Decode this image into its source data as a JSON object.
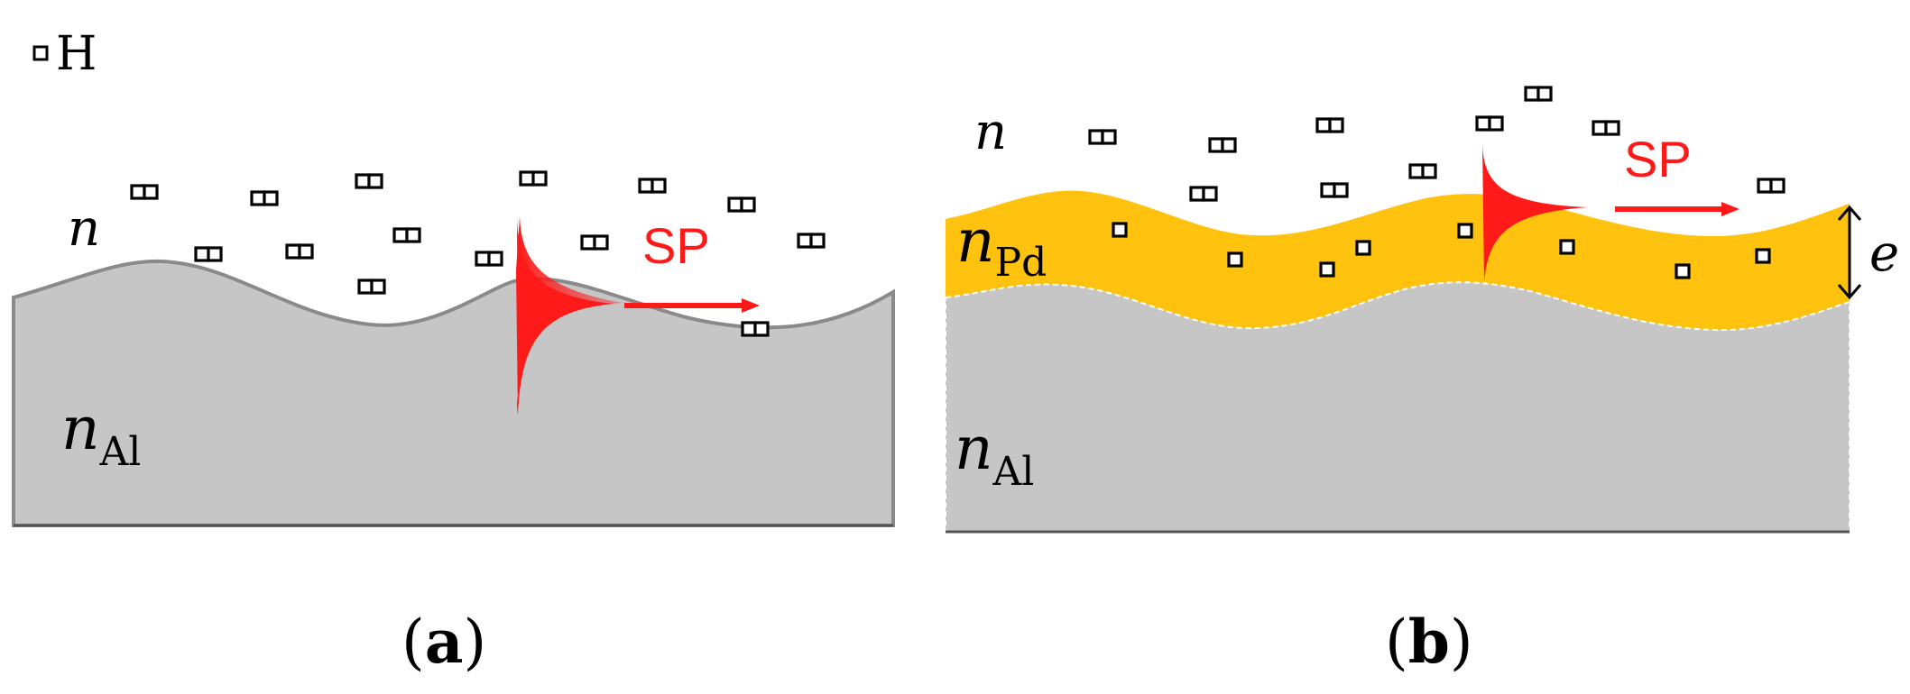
{
  "legend": {
    "marker_label": "H"
  },
  "colors": {
    "metal_fill": "#c6c6c6",
    "metal_edge": "#8a8a8a",
    "pd_fill": "#ffc20e",
    "sp_red": "#ff1a1a",
    "text": "#000000"
  },
  "panel_a": {
    "caption_open": "(",
    "caption_letter": "a",
    "caption_close": ")",
    "ambient_index": "n",
    "substrate_index": "n",
    "substrate_sub": "Al",
    "sp_label": "SP"
  },
  "panel_b": {
    "caption_open": "(",
    "caption_letter": "b",
    "caption_close": ")",
    "ambient_index": "n",
    "layer_index": "n",
    "layer_sub": "Pd",
    "substrate_index": "n",
    "substrate_sub": "Al",
    "sp_label": "SP",
    "thickness_label": "e"
  }
}
